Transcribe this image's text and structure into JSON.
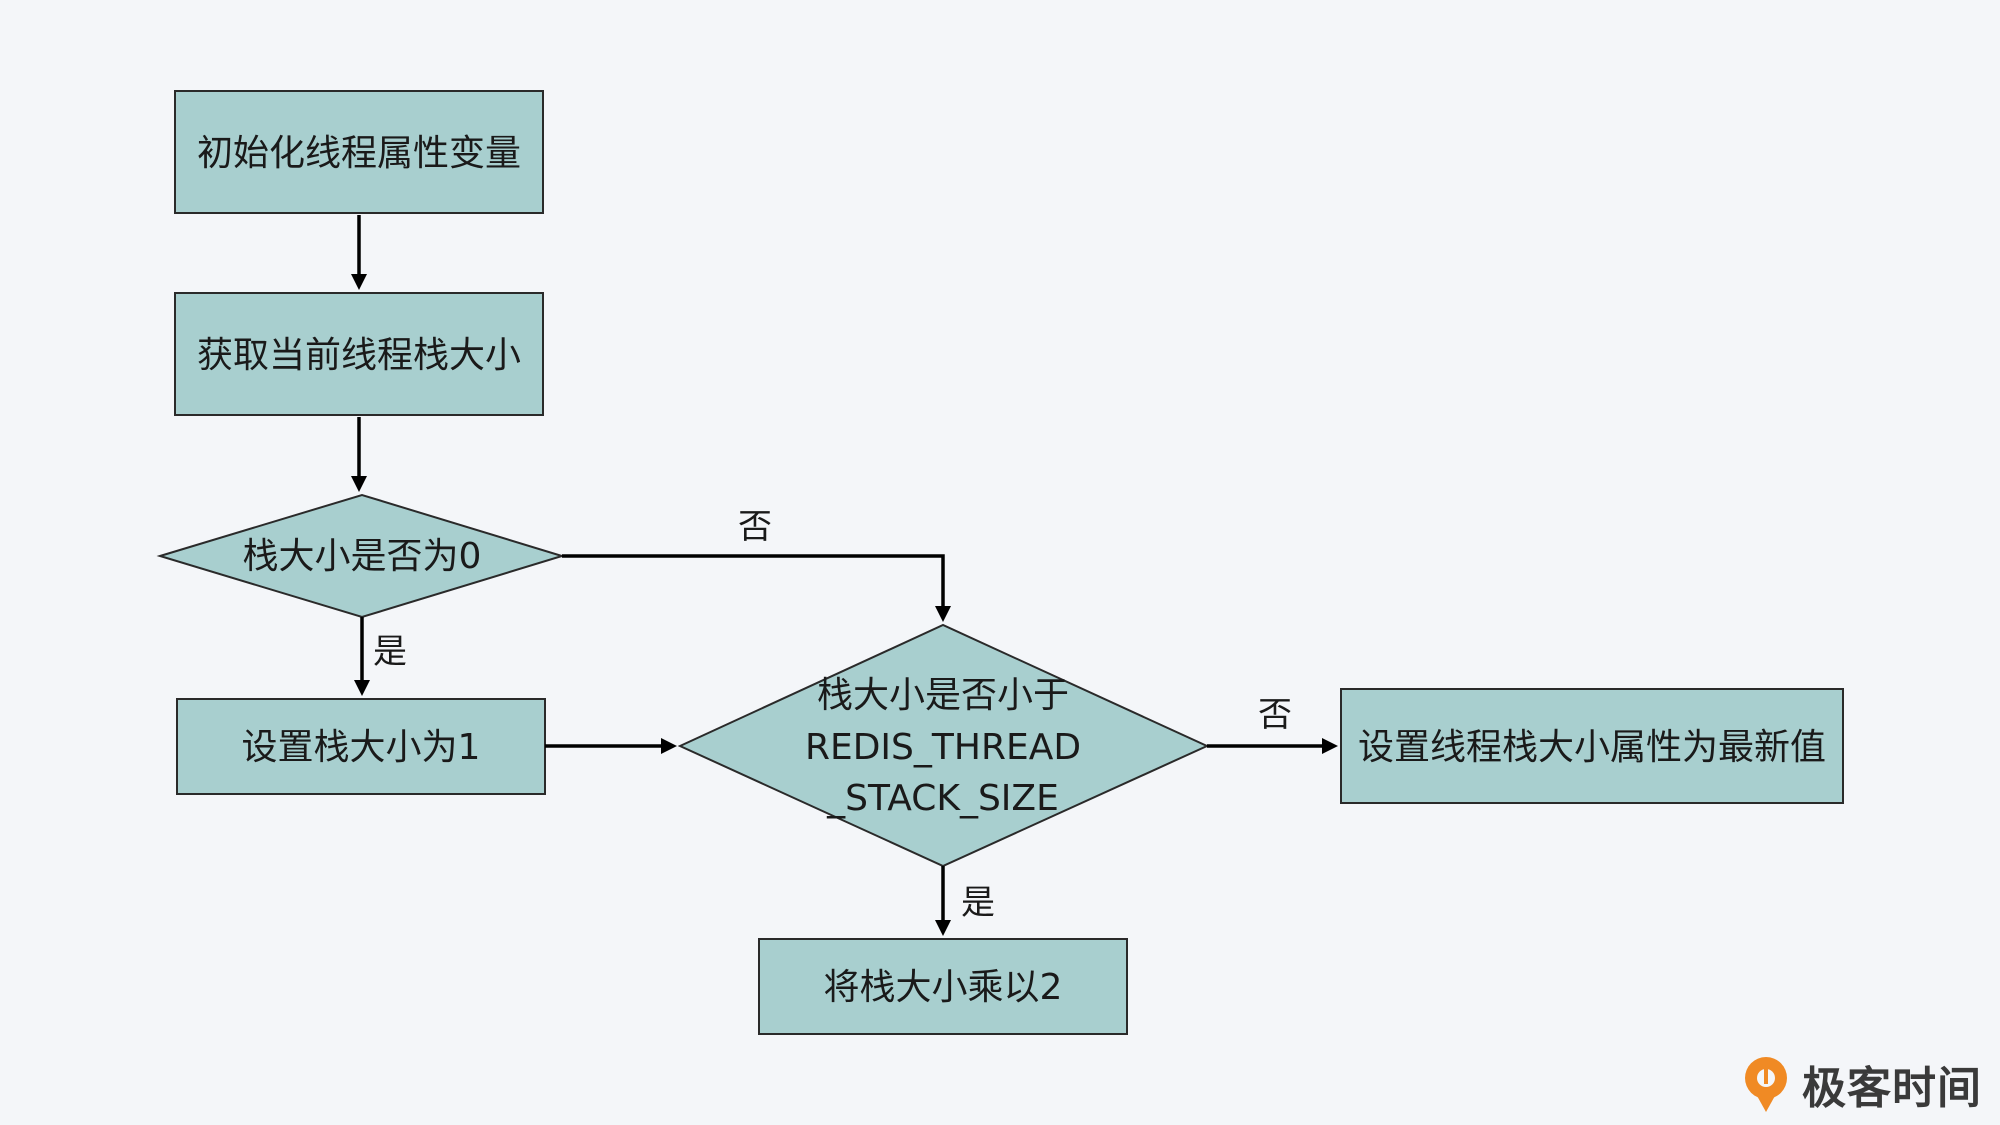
{
  "nodes": {
    "init_attr": "初始化线程属性变量",
    "get_stack": "获取当前线程栈大小",
    "is_zero": "栈大小是否为0",
    "set_one": "设置栈大小为1",
    "cmp_line1": "栈大小是否小于",
    "cmp_line2": "REDIS_THREAD",
    "cmp_line3": "_STACK_SIZE",
    "set_attr": "设置线程栈大小属性为最新值",
    "double": "将栈大小乘以2"
  },
  "edges": {
    "zero_no": "否",
    "zero_yes": "是",
    "cmp_no": "否",
    "cmp_yes": "是"
  },
  "brand": {
    "name": "极客时间",
    "logo_icon": "geektime-logo-icon",
    "logo_color": "#f08a24"
  }
}
